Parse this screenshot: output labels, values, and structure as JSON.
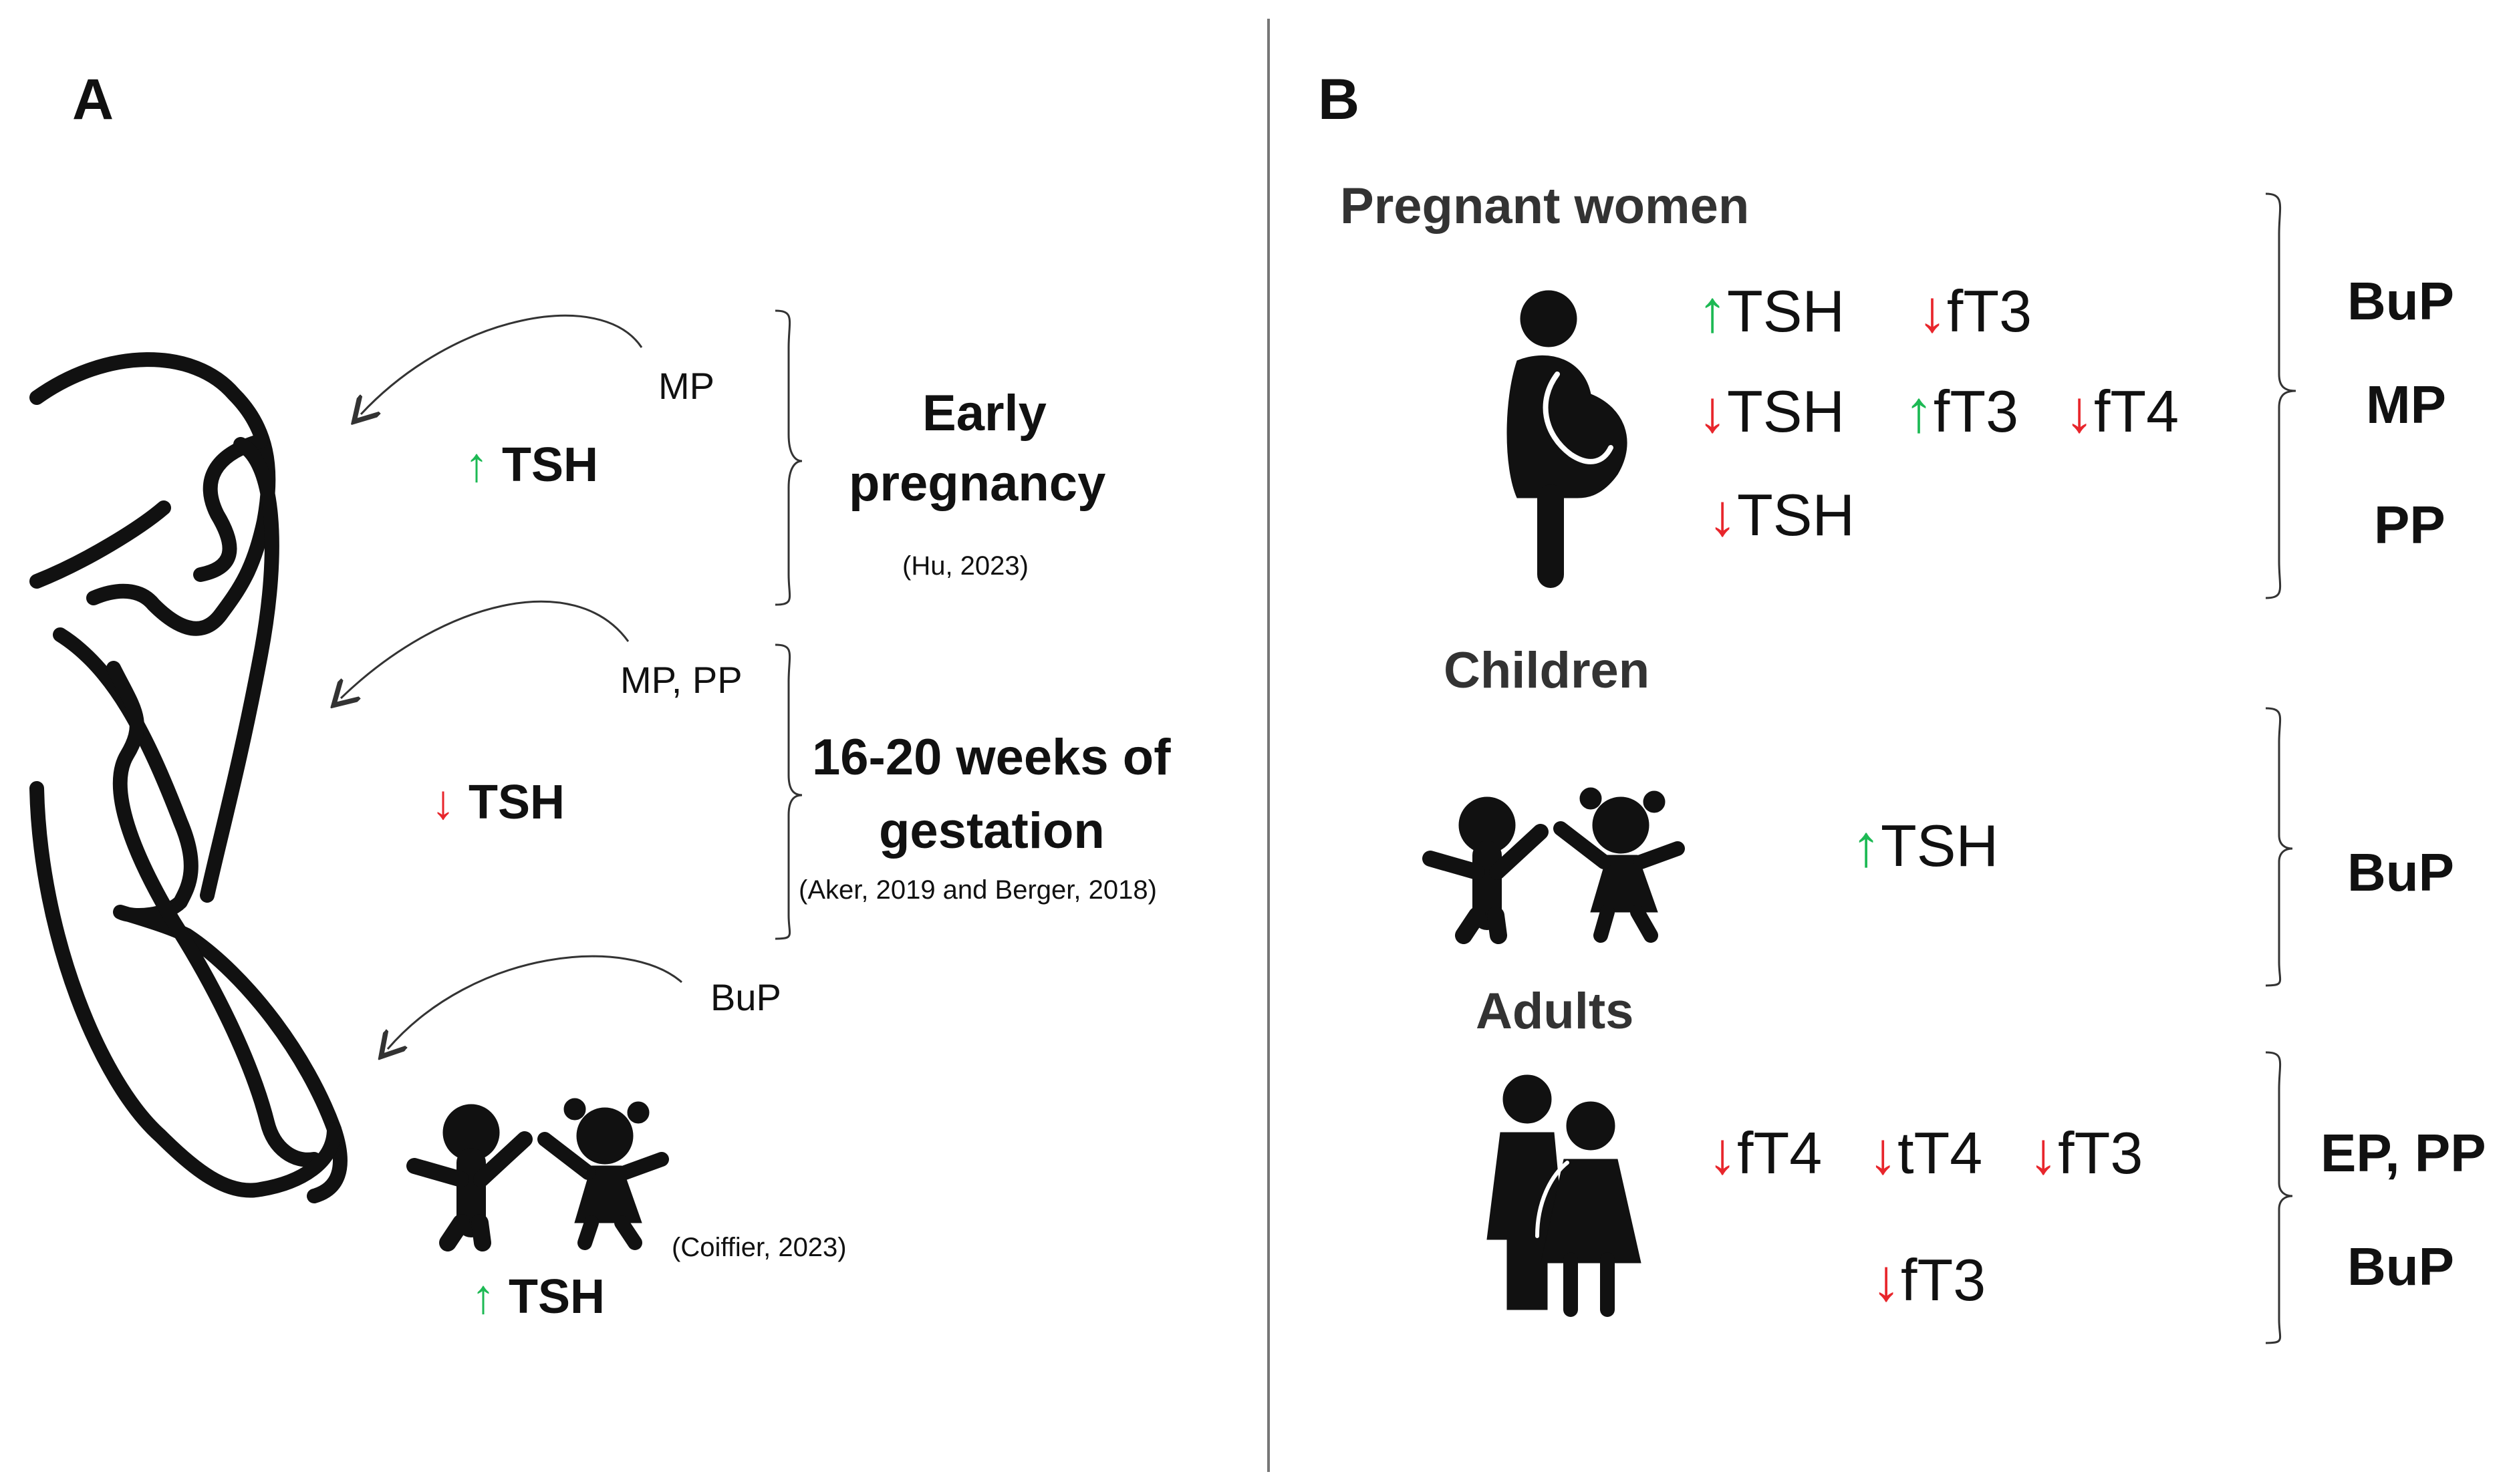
{
  "panel_a": {
    "letter": "A",
    "mp": "MP",
    "mp_pp": "MP, PP",
    "bup": "BuP",
    "early_title_1": "Early",
    "early_title_2": "pregnancy",
    "early_ref": "(Hu, 2023)",
    "mid_title_1": "16-20 weeks of",
    "mid_title_2": "gestation",
    "mid_ref": "(Aker, 2019 and Berger, 2018)",
    "child_ref": "(Coiffier, 2023)",
    "tsh": "TSH",
    "up_arrow": "↑",
    "down_arrow": "↓"
  },
  "panel_b": {
    "letter": "B",
    "pregnant_title": "Pregnant women",
    "children_title": "Children",
    "adults_title": "Adults",
    "tsh": "TSH",
    "ft3": "fT3",
    "ft4": "fT4",
    "tt4": "tT4",
    "bup": "BuP",
    "mp": "MP",
    "pp": "PP",
    "ep_pp": "EP, PP",
    "up_arrow": "↑",
    "down_arrow": "↓"
  },
  "colors": {
    "up": "#1db954",
    "down": "#e8262c",
    "ink": "#111111"
  },
  "icons": [
    "pregnant-woman-silhouette-icon",
    "pregnant-woman-icon",
    "children-icon",
    "adults-icon",
    "curved-arrow-icon",
    "brace-icon"
  ]
}
